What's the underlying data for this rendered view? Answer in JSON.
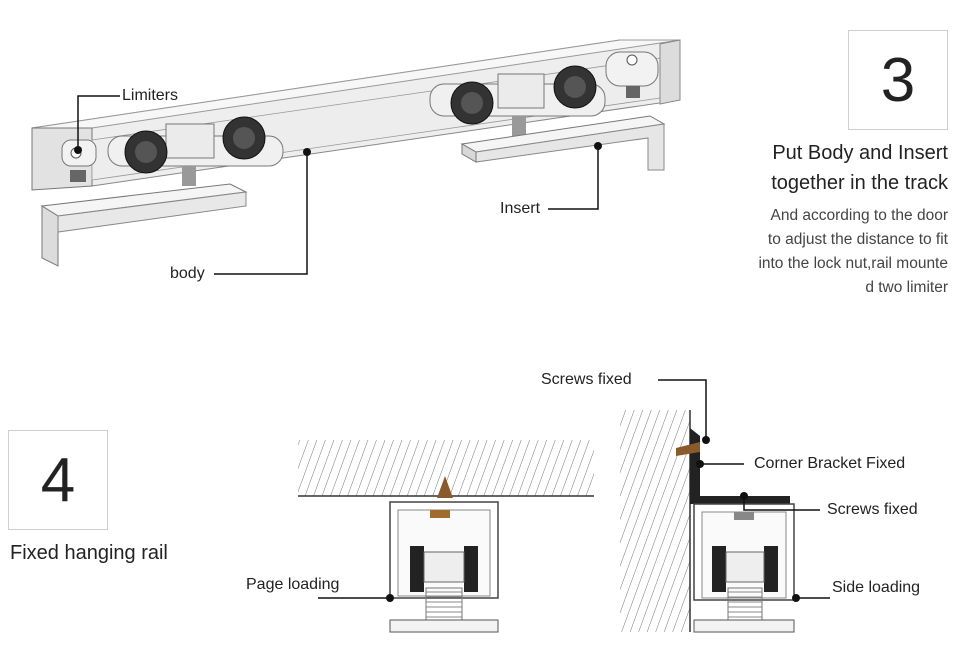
{
  "step3": {
    "number": "3",
    "title_line1": "Put Body and Insert",
    "title_line2": "together in the track",
    "desc_line1": "And according to the door",
    "desc_line2": "to adjust the distance to fit",
    "desc_line3": "into the lock nut,rail mounte",
    "desc_line4": "d two limiter"
  },
  "step4": {
    "number": "4",
    "title": "Fixed hanging rail"
  },
  "labels": {
    "limiters": "Limiters",
    "insert": "Insert",
    "body": "body",
    "screws_fixed_top": "Screws fixed",
    "corner_bracket": "Corner Bracket Fixed",
    "screws_fixed_right": "Screws fixed",
    "page_loading": "Page loading",
    "side_loading": "Side loading"
  }
}
